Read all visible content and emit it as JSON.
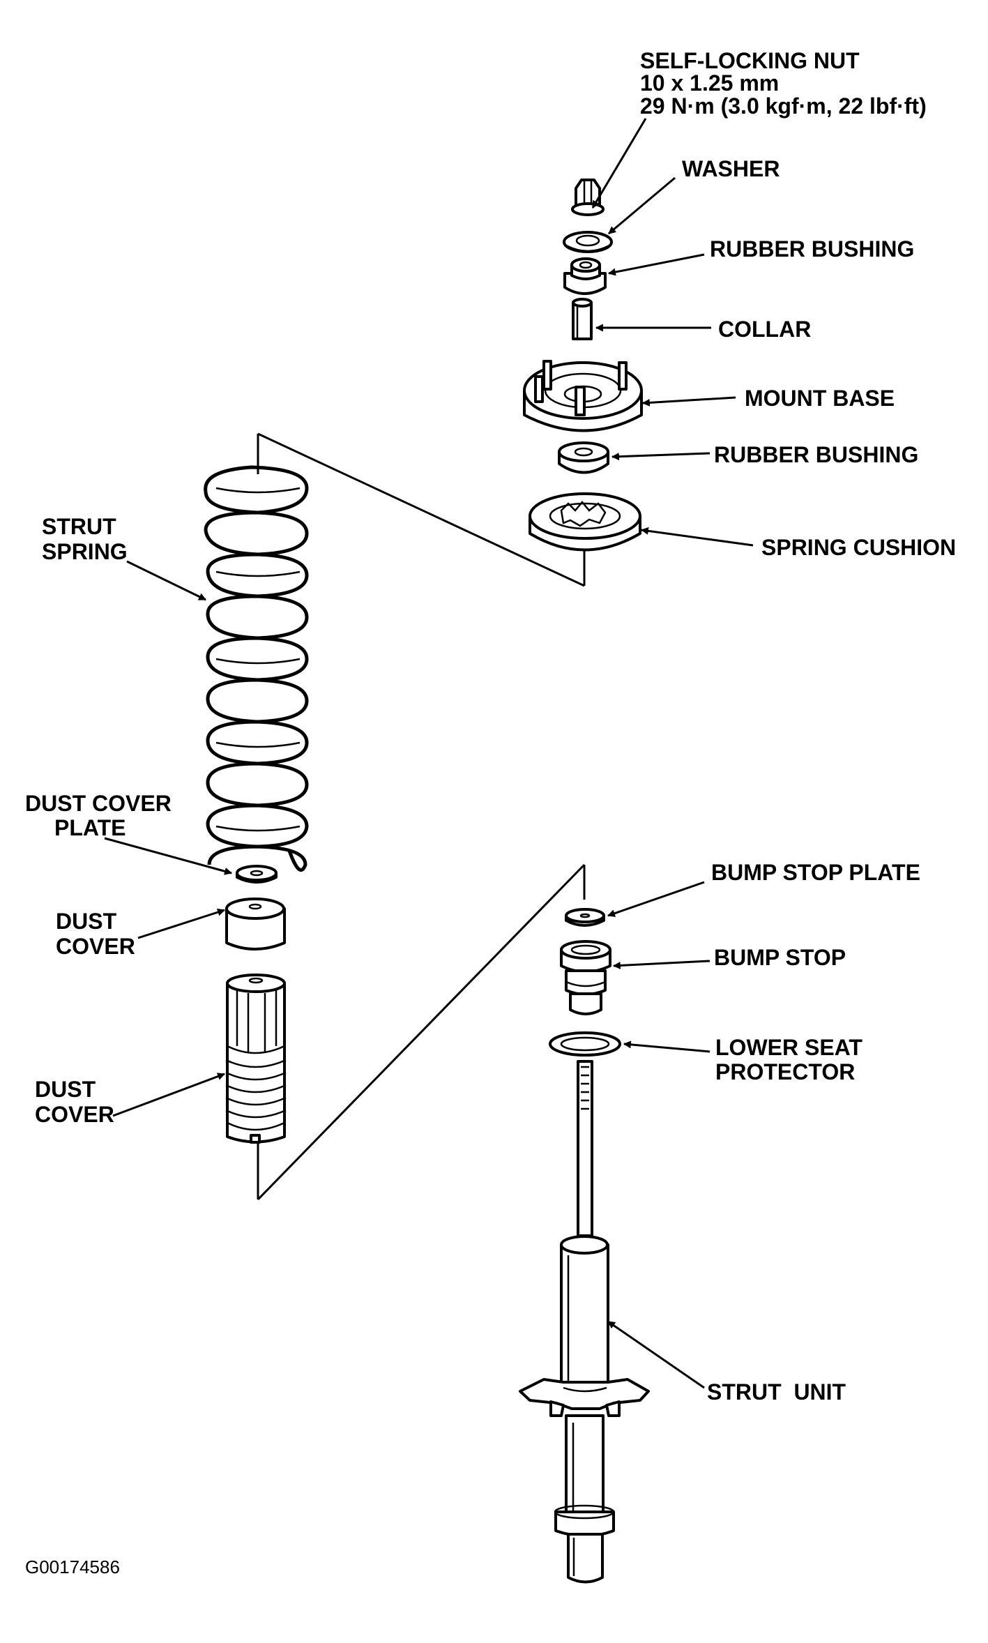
{
  "labels": {
    "nut_line1": "SELF-LOCKING NUT",
    "nut_line2": "10 x 1.25 mm",
    "nut_line3": "29 N·m (3.0 kgf·m, 22 lbf·ft)",
    "washer": "WASHER",
    "rubber_bushing_upper": "RUBBER BUSHING",
    "collar": "COLLAR",
    "mount_base": "MOUNT BASE",
    "rubber_bushing_lower": "RUBBER BUSHING",
    "spring_cushion": "SPRING CUSHION",
    "strut_spring_line1": "STRUT",
    "strut_spring_line2": "SPRING",
    "dust_cover_plate_line1": "DUST COVER",
    "dust_cover_plate_line2": "PLATE",
    "dust_cover_upper_line1": "DUST",
    "dust_cover_upper_line2": "COVER",
    "dust_cover_lower_line1": "DUST",
    "dust_cover_lower_line2": "COVER",
    "bump_stop_plate": "BUMP STOP PLATE",
    "bump_stop": "BUMP STOP",
    "lower_seat_protector_line1": "LOWER SEAT",
    "lower_seat_protector_line2": "PROTECTOR",
    "strut_unit": "STRUT  UNIT"
  },
  "figure_code": "G00174586"
}
